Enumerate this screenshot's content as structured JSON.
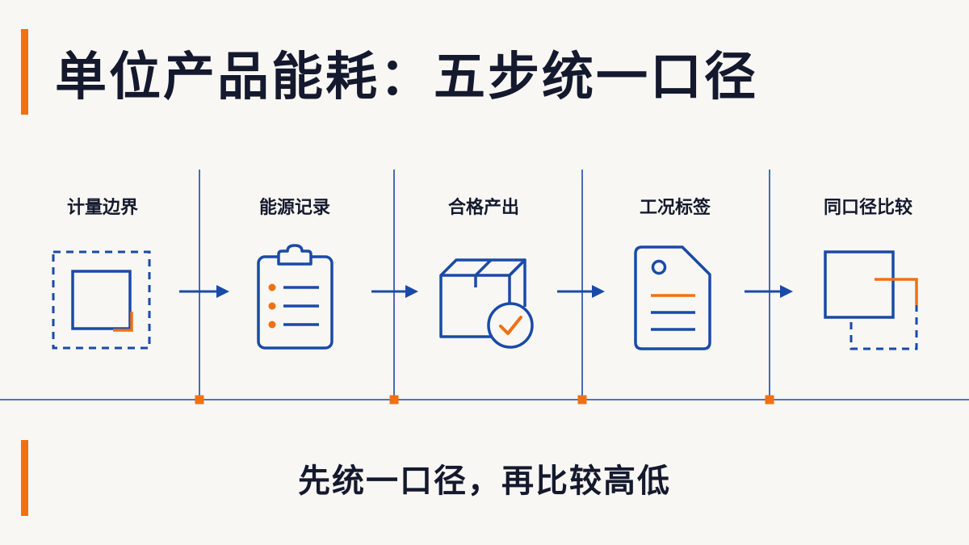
{
  "title": "单位产品能耗：五步统一口径",
  "steps": [
    {
      "label": "计量边界",
      "icon": "boundary-icon"
    },
    {
      "label": "能源记录",
      "icon": "clipboard-icon"
    },
    {
      "label": "合格产出",
      "icon": "box-check-icon"
    },
    {
      "label": "工况标签",
      "icon": "tag-icon"
    },
    {
      "label": "同口径比较",
      "icon": "compare-squares-icon"
    }
  ],
  "footer": "先统一口径，再比较高低",
  "colors": {
    "primary": "#1a4aa8",
    "accent": "#f07014",
    "text": "#14192e",
    "background": "#f8f7f3"
  }
}
